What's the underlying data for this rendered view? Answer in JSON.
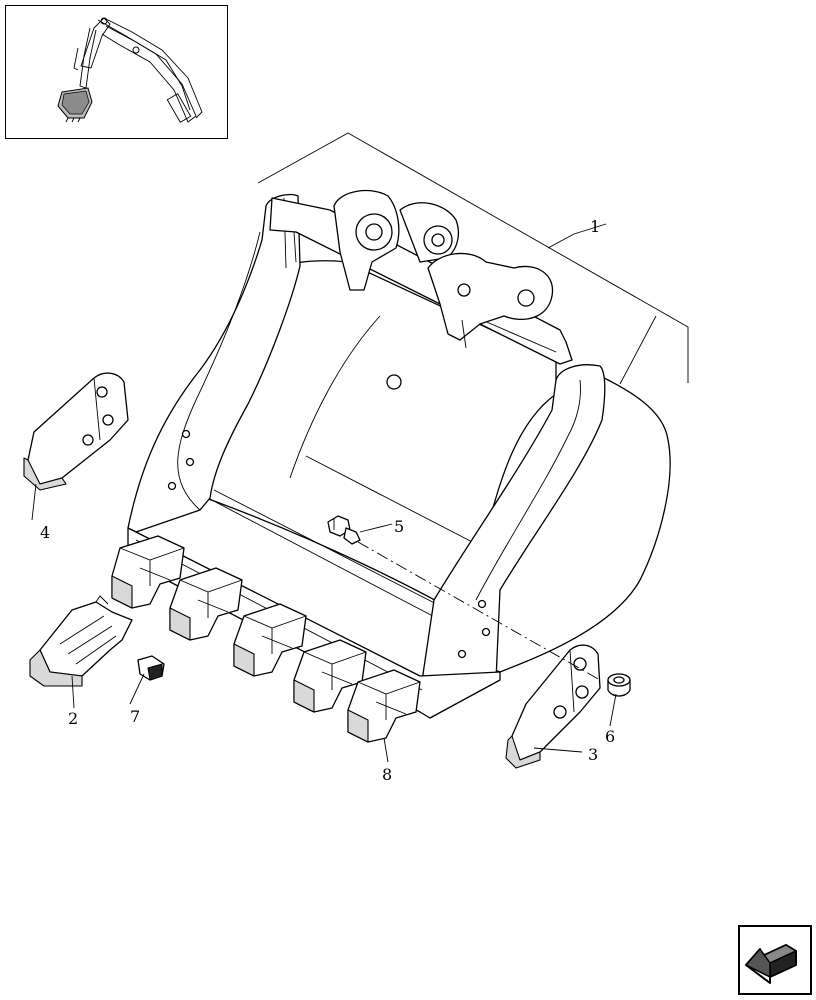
{
  "diagram": {
    "callouts": [
      {
        "id": "c1",
        "label": "1"
      },
      {
        "id": "c2",
        "label": "2"
      },
      {
        "id": "c3",
        "label": "3"
      },
      {
        "id": "c4",
        "label": "4"
      },
      {
        "id": "c5",
        "label": "5"
      },
      {
        "id": "c6",
        "label": "6"
      },
      {
        "id": "c7",
        "label": "7"
      },
      {
        "id": "c8",
        "label": "8"
      }
    ]
  },
  "navigation": {
    "icon": "arrow-icon"
  },
  "thumbnail": {
    "icon": "excavator-icon"
  }
}
